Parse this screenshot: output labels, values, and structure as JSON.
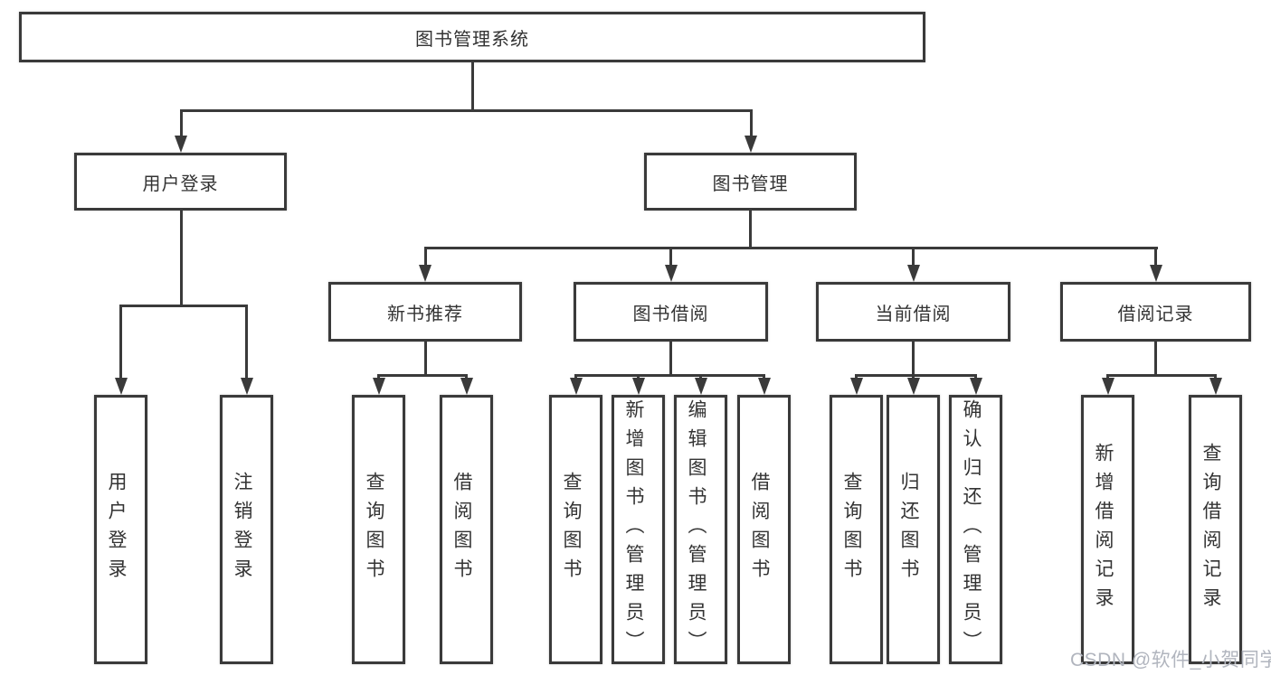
{
  "colors": {
    "line": "#3a3a3a",
    "text": "#333333",
    "box_bg": "#ffffff",
    "watermark": "#b1b5be"
  },
  "nodes": {
    "root": {
      "label": "图书管理系统"
    },
    "level2": {
      "user_login": {
        "label": "用户登录"
      },
      "book_management": {
        "label": "图书管理"
      }
    },
    "level3": {
      "new_book_recommend": {
        "label": "新书推荐"
      },
      "book_borrowing": {
        "label": "图书借阅"
      },
      "current_borrowing": {
        "label": "当前借阅"
      },
      "borrowing_records": {
        "label": "借阅记录"
      }
    },
    "leaves": {
      "user_login": "用户登录",
      "logout": "注销登录",
      "query_books_recommend": "查询图书",
      "borrow_books_recommend": "借阅图书",
      "query_books_borrowing": "查询图书",
      "add_books_admin": "新增图书（管理员）",
      "edit_books_admin": "编辑图书（管理员）",
      "borrow_books": "借阅图书",
      "query_books_current": "查询图书",
      "return_books": "归还图书",
      "confirm_return_admin": "确认归还（管理员）",
      "add_borrowing_record": "新增借阅记录",
      "query_borrowing_record": "查询借阅记录"
    }
  },
  "watermark": {
    "text": "CSDN @软件_小贺同学"
  }
}
